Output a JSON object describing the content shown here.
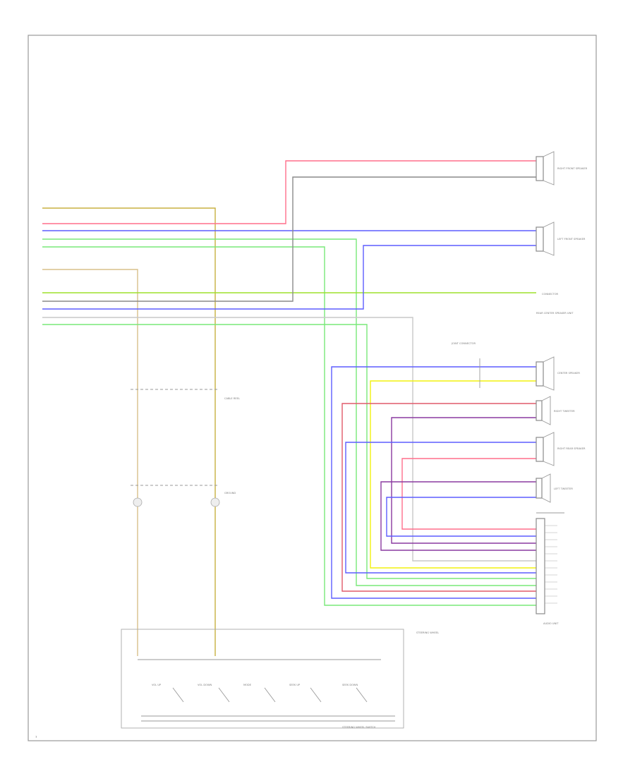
{
  "diagram": {
    "page_number": "7",
    "colors": {
      "pink": "#ff6f8c",
      "blue": "#5d5dff",
      "green": "#79e879",
      "yellowgreen": "#9ee02c",
      "yellow": "#f2f20e",
      "red": "#e05a6a",
      "purple": "#8a3aa0",
      "grey": "#b0b0b0",
      "tan": "#d8c08a",
      "olive": "#c8b040"
    },
    "components": {
      "rf_speaker": "RIGHT FRONT SPEAKER",
      "lf_speaker": "LEFT FRONT SPEAKER",
      "center_speaker": "CENTER SPEAKER",
      "rr_tweeter": "RIGHT TWEETER",
      "rr_speaker": "RIGHT REAR SPEAKER",
      "lr_tweeter": "LEFT TWEETER",
      "connector_note": "CONNECTOR",
      "sub_note": "REAR CENTER SPEAKER UNIT",
      "ground_note": "GROUND",
      "joint_note": "JOINT CONNECTOR",
      "audio_unit": "AUDIO UNIT",
      "steering_wheel": "STEERING WHEEL",
      "cable_reel": "CABLE REEL",
      "switch_assy": "STEERING WHEEL SWITCH"
    },
    "switches": [
      "VOL UP",
      "VOL DOWN",
      "MODE",
      "SEEK UP",
      "SEEK DOWN"
    ]
  }
}
